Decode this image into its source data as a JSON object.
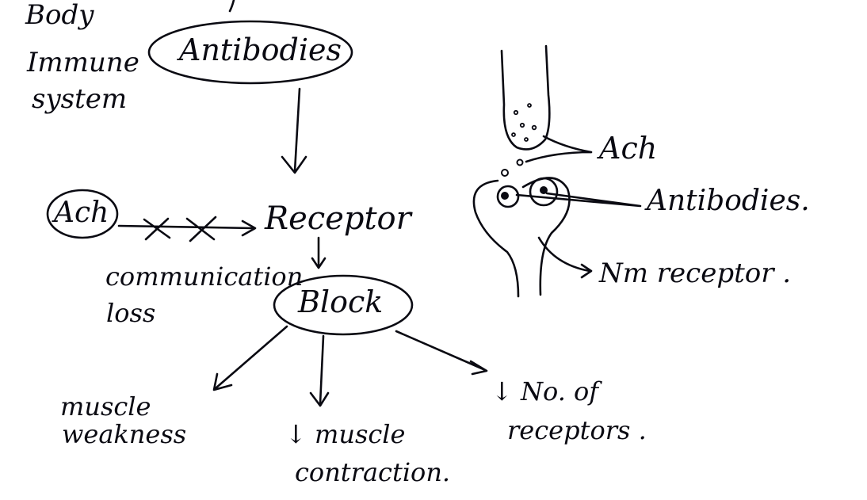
{
  "flowchart": {
    "source_label": {
      "line1": "Body",
      "line2": "Immune",
      "line3": "system"
    },
    "antibodies_node": "Antibodies",
    "ach_node": "Ach",
    "blocked_link_marks": "X X",
    "receptor_node": "Receptor",
    "communication_label": {
      "line1": "communication",
      "line2": "loss"
    },
    "block_node": "Block",
    "outcomes": [
      {
        "line1": "muscle",
        "line2": "weakness"
      },
      {
        "line1": "↓ muscle",
        "line2": "contraction."
      },
      {
        "line1": "↓ No. of",
        "line2": "receptors ."
      }
    ]
  },
  "synapse_sketch": {
    "label_ach": "Ach",
    "label_antibodies": "Antibodies.",
    "label_nm_receptor": "Nm receptor ."
  }
}
